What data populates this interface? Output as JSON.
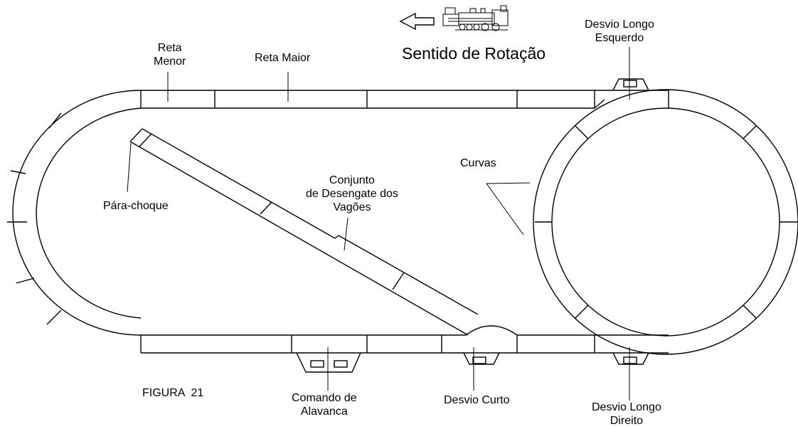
{
  "header": {
    "direction_label": "Sentido de Rotação",
    "direction_arrow_icon": "left-arrow-icon",
    "locomotive_icon": "steam-locomotive-icon"
  },
  "labels": {
    "reta_menor": "Reta\nMenor",
    "reta_maior": "Reta Maior",
    "desvio_longo_esquerdo": "Desvio Longo\nEsquerdo",
    "curvas": "Curvas",
    "conjunto": "Conjunto\nde Desengate dos\nVagões",
    "para_choque": "Pára-choque",
    "comando": "Comando de\nAlavanca",
    "desvio_curto": "Desvio Curto",
    "desvio_longo_direito": "Desvio Longo\nDireito",
    "figure": "FIGURA  21"
  },
  "colors": {
    "line": "#000000",
    "background": "#ffffff"
  }
}
